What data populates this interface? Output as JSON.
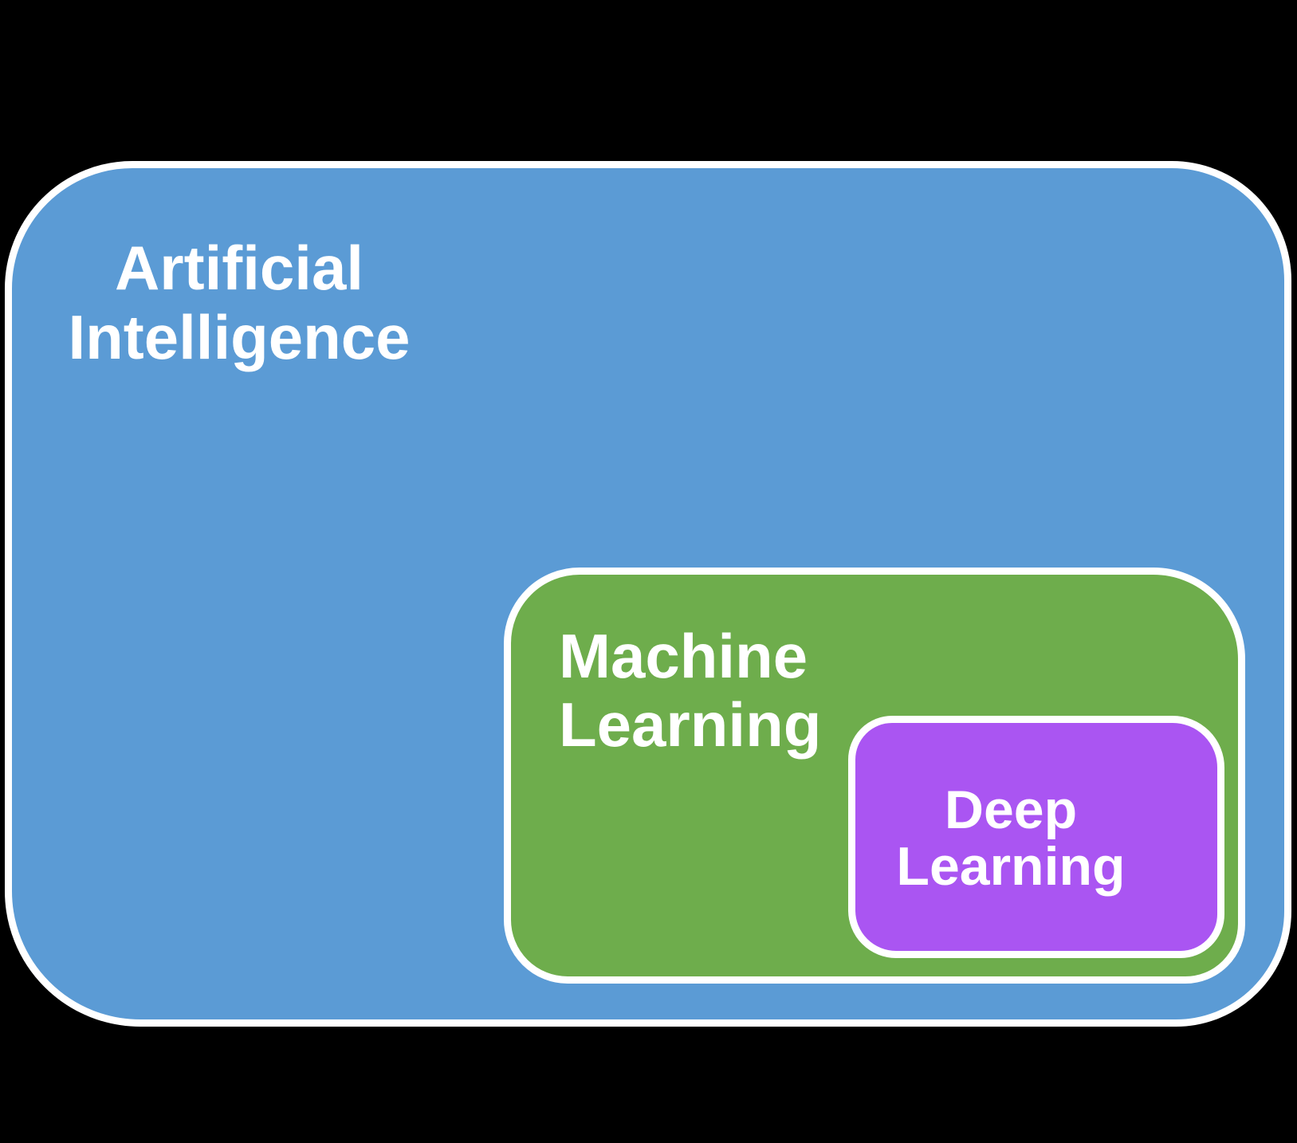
{
  "diagram": {
    "type": "nested-euler",
    "background_color": "#000000",
    "border_color": "#ffffff",
    "text_color": "#ffffff",
    "sets": {
      "ai": {
        "label": "Artificial Intelligence",
        "line1": "Artificial",
        "line2": "Intelligence",
        "fill": "#5b9bd5"
      },
      "ml": {
        "label": "Machine Learning",
        "line1": "Machine",
        "line2": "Learning",
        "fill": "#6ead4c"
      },
      "dl": {
        "label": "Deep Learning",
        "line1": "Deep",
        "line2": "Learning",
        "fill": "#aa55f2"
      }
    }
  }
}
